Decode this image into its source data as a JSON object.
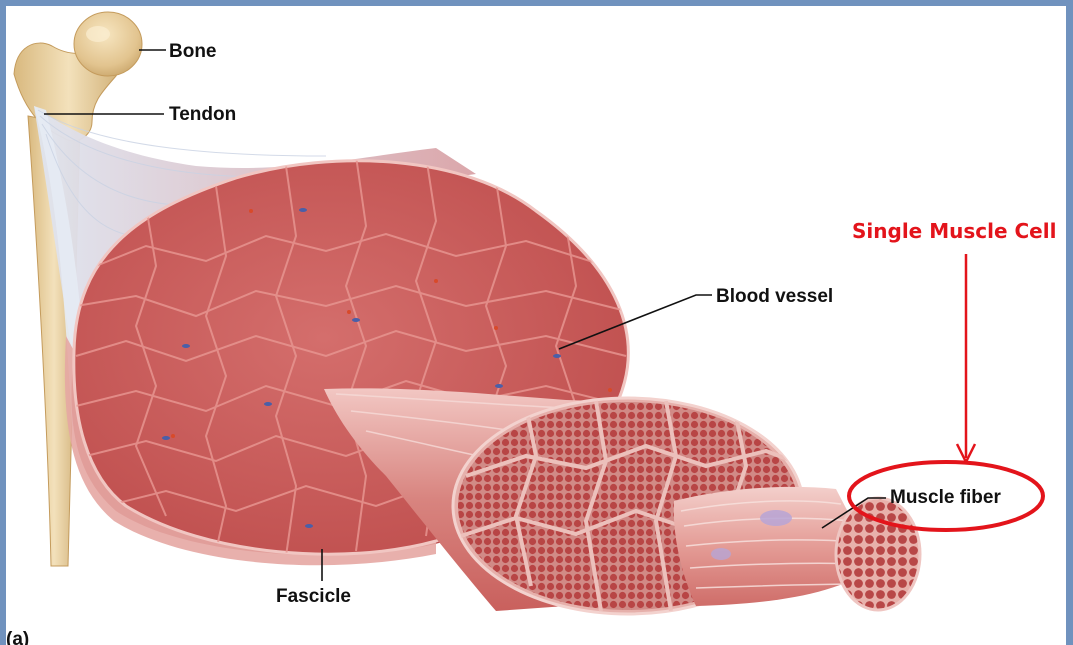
{
  "labels": {
    "bone": "Bone",
    "tendon": "Tendon",
    "blood_vessel": "Blood vessel",
    "fascicle": "Fascicle",
    "muscle_fiber": "Muscle fiber",
    "panel": "(a)"
  },
  "annotation": {
    "text": "Single Muscle Cell",
    "color": "#e3141b"
  },
  "colors": {
    "frame": "#7092be",
    "muscle": "#c9585a",
    "muscle_light": "#e7a39f",
    "bone": "#e8cf9f",
    "tendon": "#e9ecf3"
  }
}
